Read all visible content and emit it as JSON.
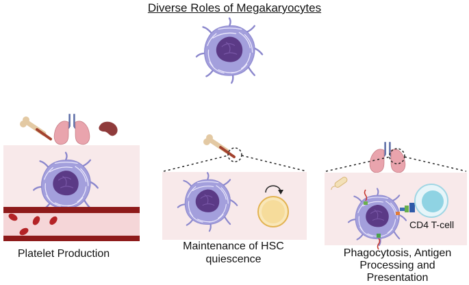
{
  "title": "Diverse Roles of Megakaryocytes",
  "panels": {
    "platelet": {
      "label": "Platelet Production"
    },
    "hsc": {
      "label_lines": [
        "Maintenance of HSC",
        "quiescence"
      ]
    },
    "phago": {
      "label_lines": [
        "Phagocytosis, Antigen",
        "Processing and",
        "Presentation"
      ],
      "cell_label": "CD4 T-cell"
    }
  },
  "colors": {
    "panel_bg": "#f8e9ea",
    "cell_body": "#a39fdc",
    "cell_fiber": "#e8e6fb",
    "nucleus": "#5b3a86",
    "vessel": "#8e1a1a",
    "rbc": "#b42326",
    "lung": "#e9a4ad",
    "spleen": "#8f3b3b",
    "bone": "#e3c9a3",
    "hsc_cell": "#f9e7b9",
    "tcell": "#8fd3e3"
  }
}
